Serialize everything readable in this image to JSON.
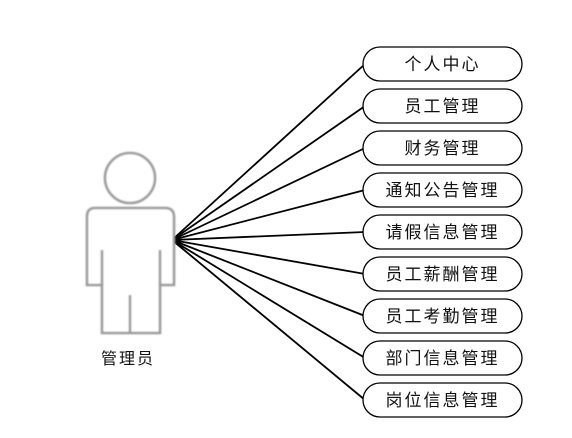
{
  "actor": {
    "label": "管理员"
  },
  "use_cases": [
    {
      "label": "个人中心"
    },
    {
      "label": "员工管理"
    },
    {
      "label": "财务管理"
    },
    {
      "label": "通知公告管理"
    },
    {
      "label": "请假信息管理"
    },
    {
      "label": "员工薪酬管理"
    },
    {
      "label": "员工考勤管理"
    },
    {
      "label": "部门信息管理"
    },
    {
      "label": "岗位信息管理"
    }
  ]
}
